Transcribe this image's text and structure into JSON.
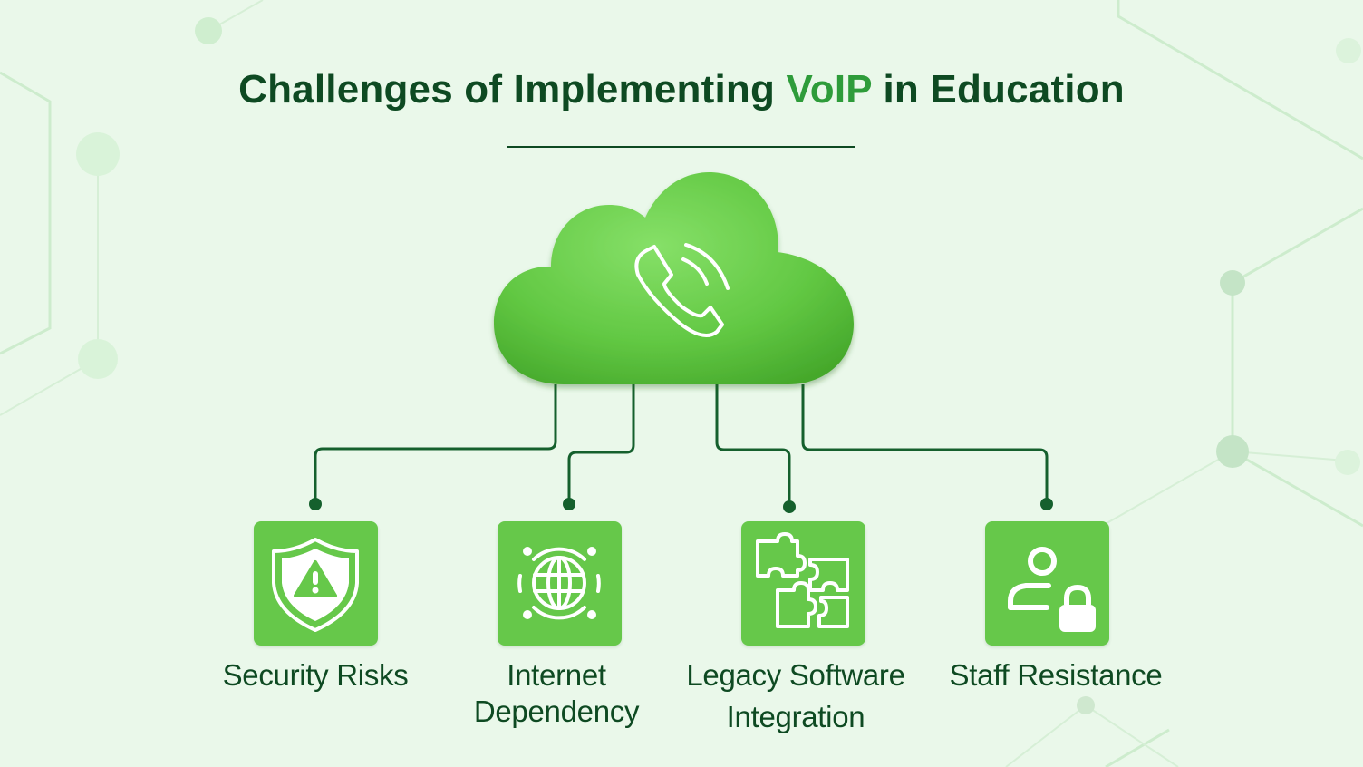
{
  "title": {
    "prefix": "Challenges of Implementing ",
    "accent": "VoIP",
    "suffix": " in Education"
  },
  "colors": {
    "background": "#eaf8ea",
    "dark_green": "#0e4a22",
    "accent_green": "#2e9c3a",
    "tile_green": "#66c84a",
    "cloud_green": "#6fd34f"
  },
  "center": {
    "icon": "phone-calling-icon"
  },
  "challenges": [
    {
      "label_lines": [
        "Security Risks"
      ],
      "icon": "shield-warning-icon"
    },
    {
      "label_lines": [
        "Internet",
        "Dependency"
      ],
      "icon": "globe-network-icon"
    },
    {
      "label_lines": [
        "Legacy Software",
        "Integration"
      ],
      "icon": "puzzle-pieces-icon"
    },
    {
      "label_lines": [
        "Staff Resistance"
      ],
      "icon": "user-lock-icon"
    }
  ]
}
